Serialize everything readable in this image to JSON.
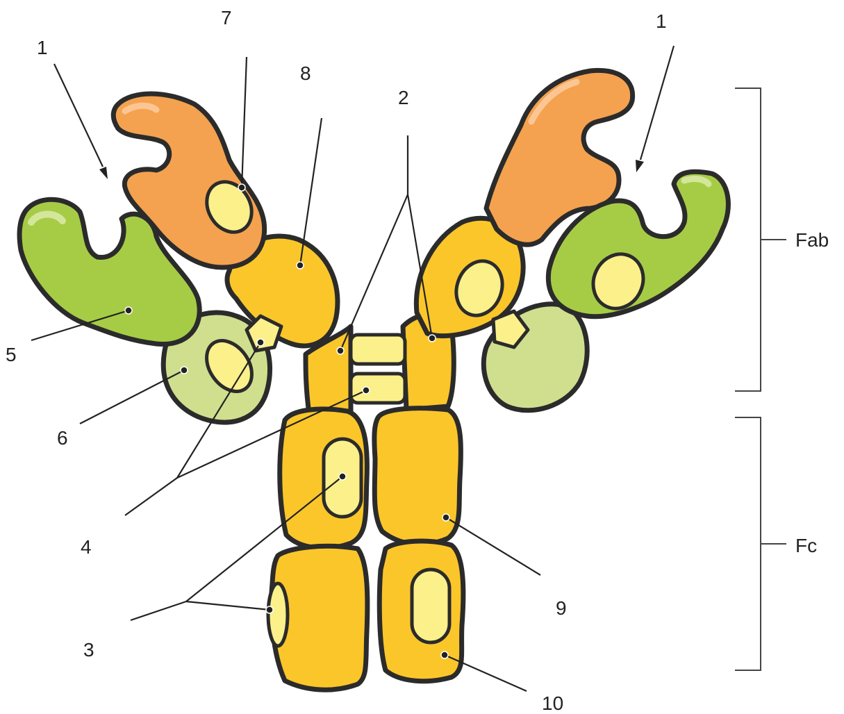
{
  "labels": {
    "n1_left": "1",
    "n1_right": "1",
    "n2": "2",
    "n3": "3",
    "n4": "4",
    "n5": "5",
    "n6": "6",
    "n7": "7",
    "n8": "8",
    "n9": "9",
    "n10": "10",
    "fab": "Fab",
    "fc": "Fc"
  },
  "colors": {
    "orange": "#f4a24f",
    "orange_shade": "#d98a3c",
    "green": "#a6cc46",
    "green_shade": "#86ad31",
    "light_green": "#cfdf8e",
    "yellow": "#fbc62a",
    "yellow_shade": "#dca51c",
    "pale_yellow": "#fbf08a",
    "outline": "#2b2b2b"
  }
}
